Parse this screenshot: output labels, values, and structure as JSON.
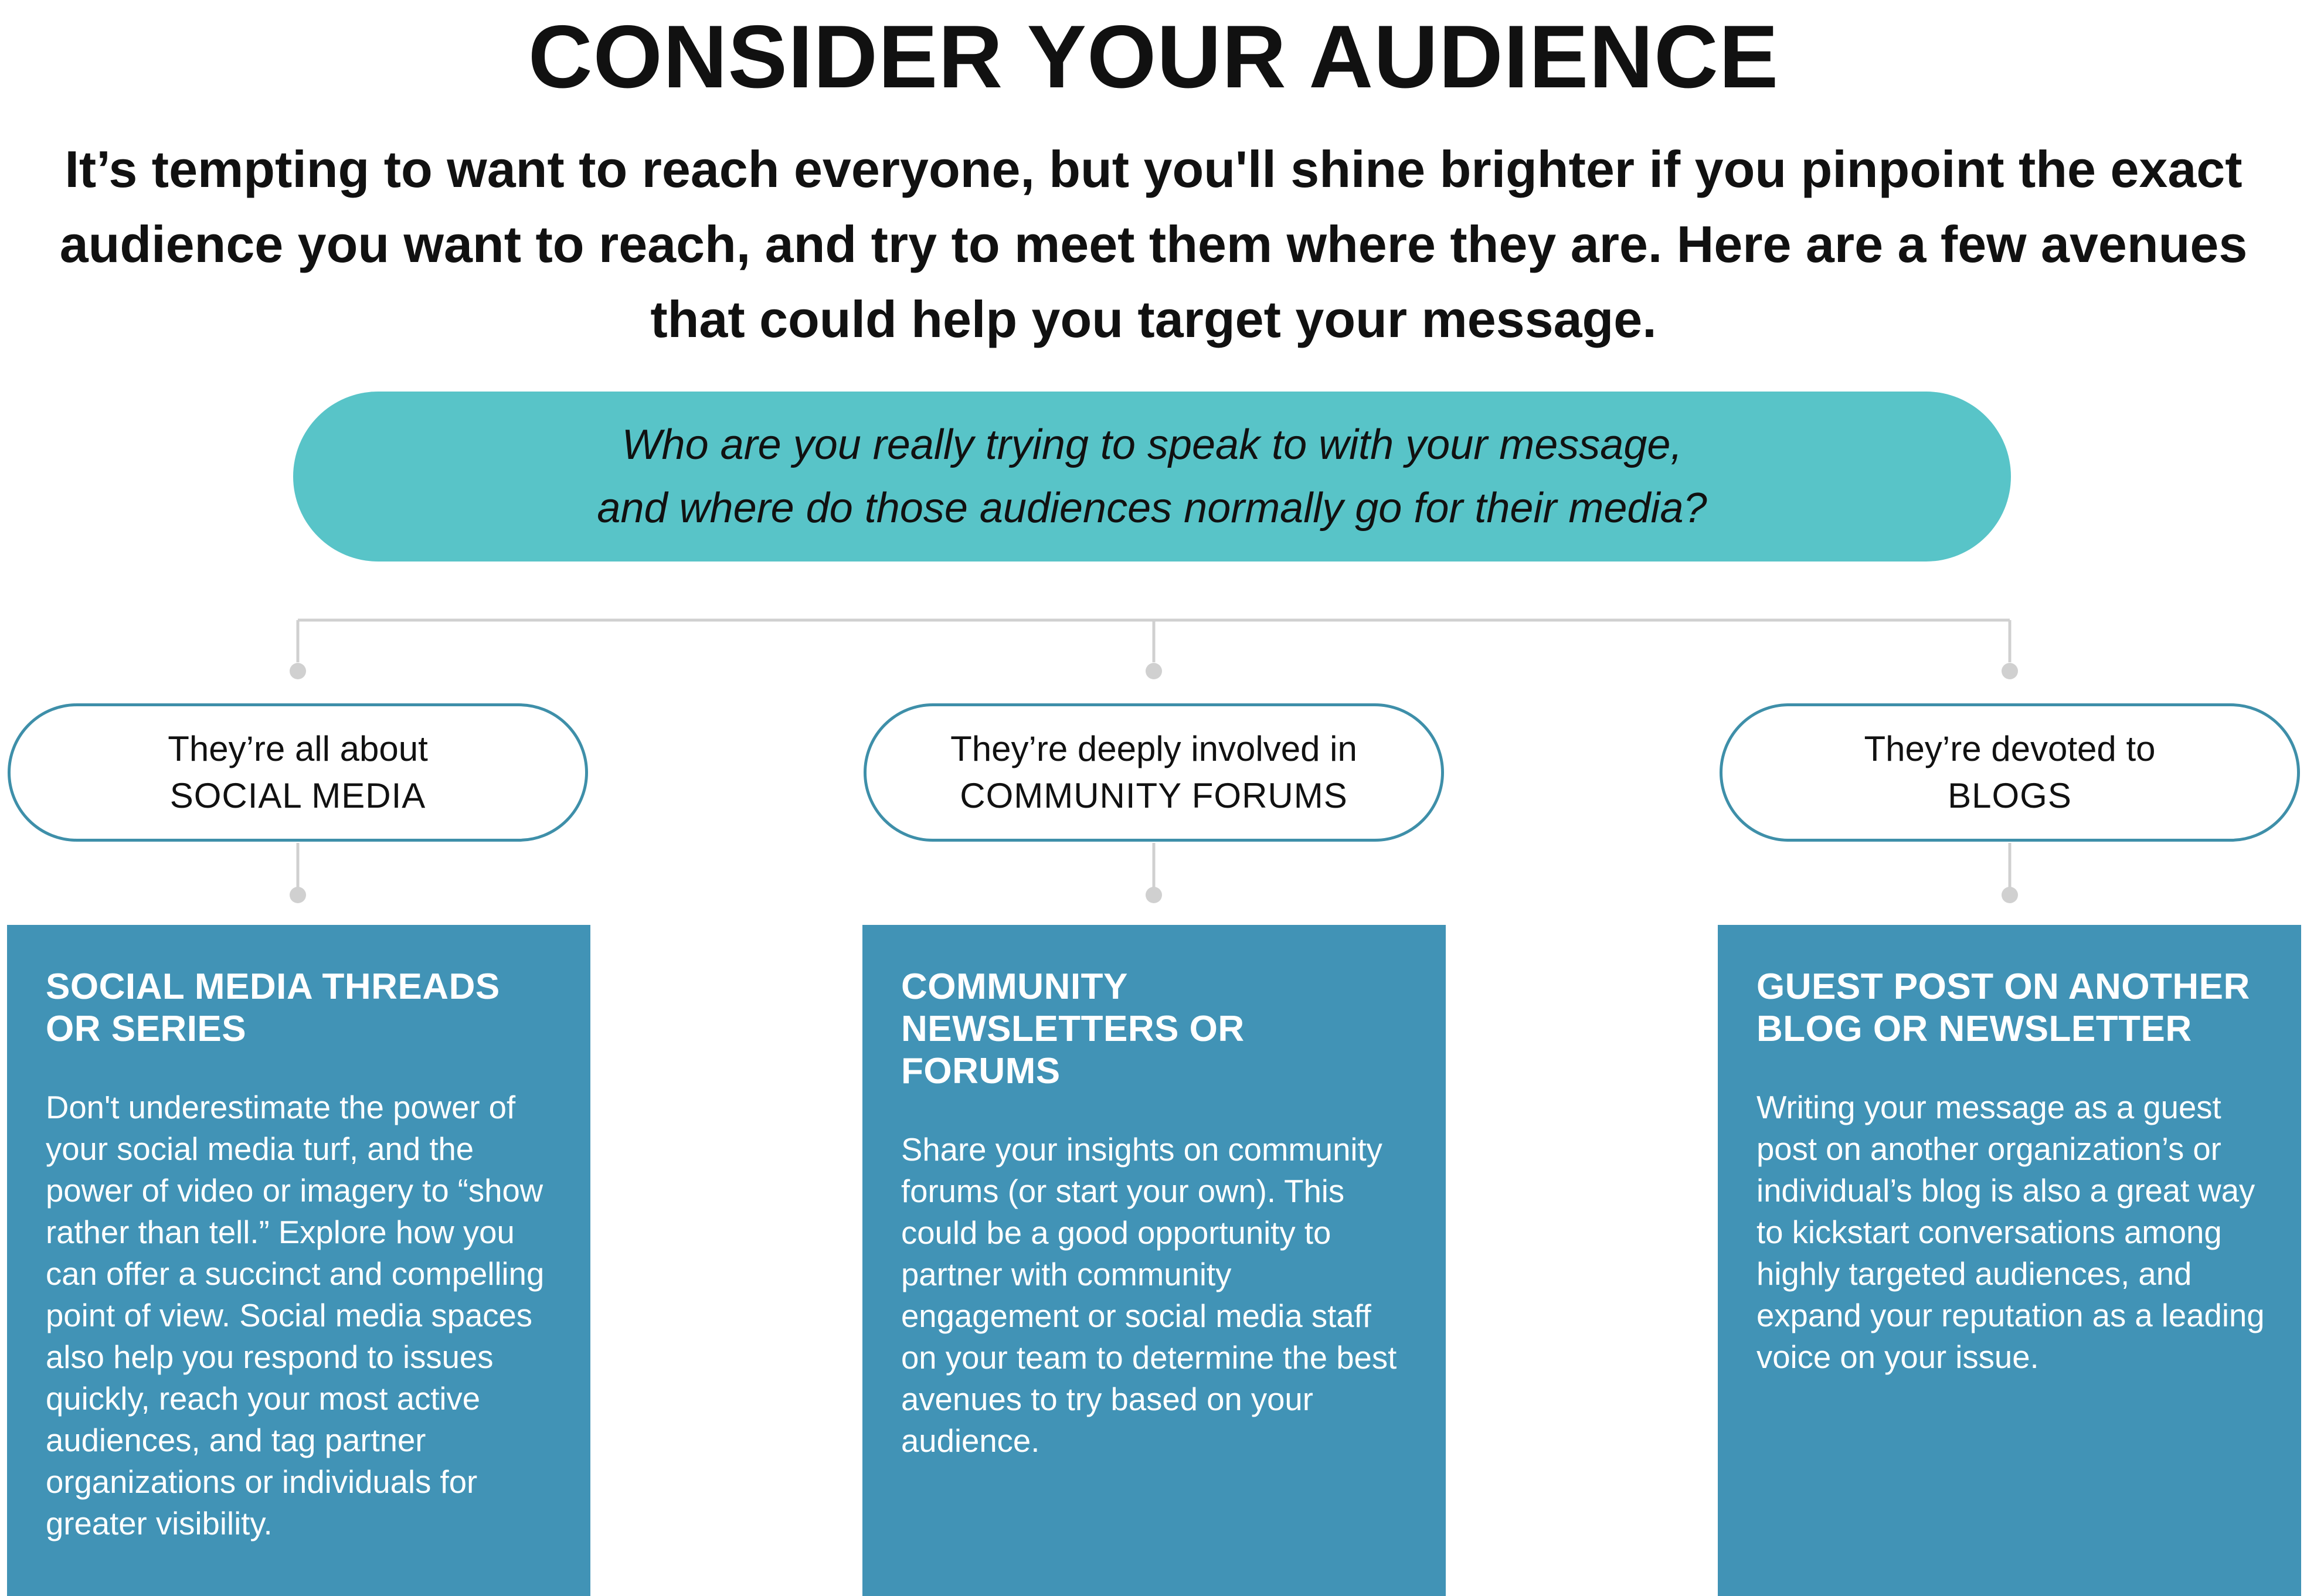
{
  "title": "CONSIDER YOUR AUDIENCE",
  "intro": "It’s tempting to want to reach everyone, but you'll shine brighter if you pinpoint the exact audience you want to reach, and try to meet them where they are. Here are a few avenues that could help you target your message.",
  "question": {
    "line1": "Who are you really trying to speak to with your message,",
    "line2": "and where do those audiences normally go for their media?"
  },
  "colors": {
    "question_fill": "#58c4c8",
    "pill_border": "#3e8fa9",
    "card_fill": "#4193b6",
    "connector": "#d0d0d0"
  },
  "columns": [
    {
      "audience_pre": "They’re all about",
      "audience_main": "SOCIAL MEDIA",
      "card_title": "SOCIAL MEDIA THREADS OR SERIES",
      "card_body": "Don't underestimate the power of your social media turf, and the power of video or imagery to “show rather than tell.” Explore how you can offer a succinct and compelling point of view. Social media spaces also help you respond to issues quickly, reach your most active audiences, and tag partner organizations or individuals for greater visibility."
    },
    {
      "audience_pre": "They’re deeply involved in",
      "audience_main": "COMMUNITY FORUMS",
      "card_title": "COMMUNITY NEWSLETTERS OR FORUMS",
      "card_body": "Share your insights on community forums (or start your own). This could be a good opportunity to partner with community engagement or social media staff on your team to determine the best avenues to try based on your audience."
    },
    {
      "audience_pre": "They’re devoted to",
      "audience_main": "BLOGS",
      "card_title": "GUEST POST ON ANOTHER BLOG OR NEWSLETTER",
      "card_body": "Writing your message as a guest post on another organization’s or individual’s blog is also a great way to kickstart conversations among highly targeted audiences, and expand your reputation as a leading voice on your issue."
    }
  ]
}
